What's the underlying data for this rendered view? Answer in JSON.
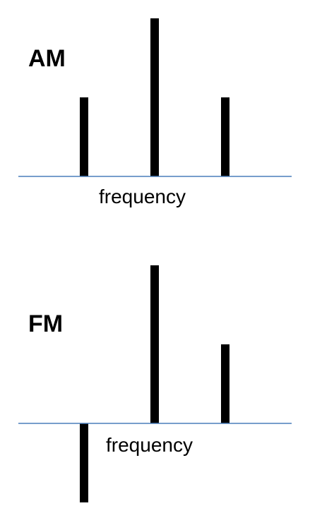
{
  "panels": [
    {
      "label": "AM",
      "axis_label": "frequency",
      "spikes": [
        {
          "position": "lower-sideband",
          "amplitude": 0.5
        },
        {
          "position": "carrier",
          "amplitude": 1.0
        },
        {
          "position": "upper-sideband",
          "amplitude": 0.5
        }
      ]
    },
    {
      "label": "FM",
      "axis_label": "frequency",
      "spikes": [
        {
          "position": "lower-sideband",
          "amplitude": -0.5
        },
        {
          "position": "carrier",
          "amplitude": 1.0
        },
        {
          "position": "upper-sideband",
          "amplitude": 0.5
        }
      ]
    }
  ],
  "colors": {
    "axis": "#4a7ebb",
    "spike": "#000000",
    "text": "#000000"
  }
}
